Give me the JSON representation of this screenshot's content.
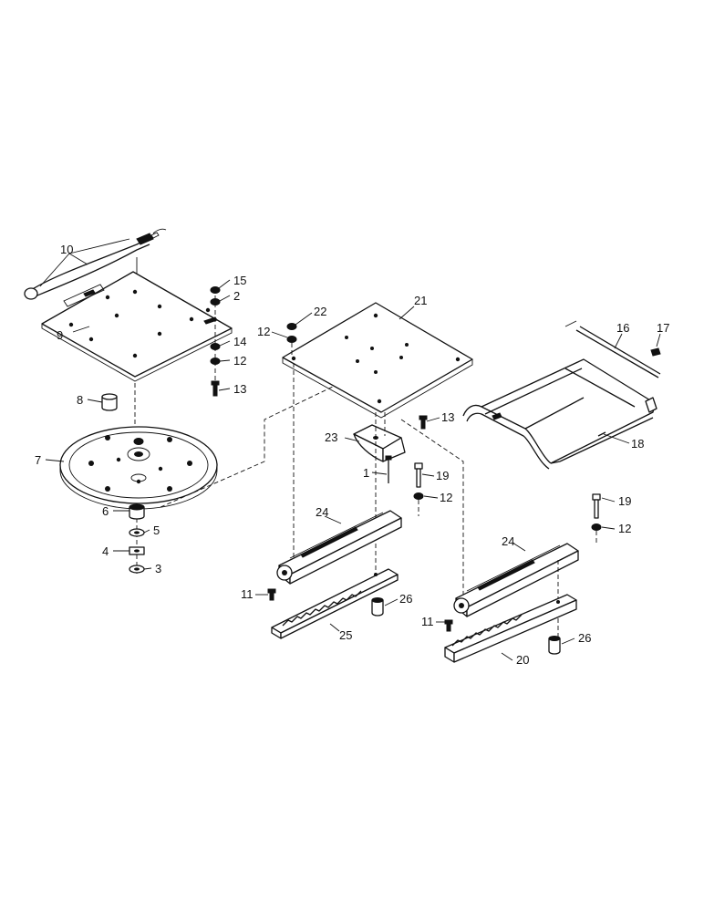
{
  "callouts": [
    {
      "id": "c10a",
      "text": "10"
    },
    {
      "id": "c9",
      "text": "9"
    },
    {
      "id": "c15",
      "text": "15"
    },
    {
      "id": "c2",
      "text": "2"
    },
    {
      "id": "c14",
      "text": "14"
    },
    {
      "id": "c12a",
      "text": "12"
    },
    {
      "id": "c13a",
      "text": "13"
    },
    {
      "id": "c8",
      "text": "8"
    },
    {
      "id": "c7",
      "text": "7"
    },
    {
      "id": "c6",
      "text": "6"
    },
    {
      "id": "c5",
      "text": "5"
    },
    {
      "id": "c4",
      "text": "4"
    },
    {
      "id": "c3",
      "text": "3"
    },
    {
      "id": "c22",
      "text": "22"
    },
    {
      "id": "c12b",
      "text": "12"
    },
    {
      "id": "c21",
      "text": "21"
    },
    {
      "id": "c13b",
      "text": "13"
    },
    {
      "id": "c23",
      "text": "23"
    },
    {
      "id": "c1",
      "text": "1"
    },
    {
      "id": "c19a",
      "text": "19"
    },
    {
      "id": "c12c",
      "text": "12"
    },
    {
      "id": "c24a",
      "text": "24"
    },
    {
      "id": "c11a",
      "text": "11"
    },
    {
      "id": "c26a",
      "text": "26"
    },
    {
      "id": "c25",
      "text": "25"
    },
    {
      "id": "c16",
      "text": "16"
    },
    {
      "id": "c17",
      "text": "17"
    },
    {
      "id": "c18",
      "text": "18"
    },
    {
      "id": "c19b",
      "text": "19"
    },
    {
      "id": "c12d",
      "text": "12"
    },
    {
      "id": "c24b",
      "text": "24"
    },
    {
      "id": "c11b",
      "text": "11"
    },
    {
      "id": "c26b",
      "text": "26"
    },
    {
      "id": "c20",
      "text": "20"
    }
  ]
}
